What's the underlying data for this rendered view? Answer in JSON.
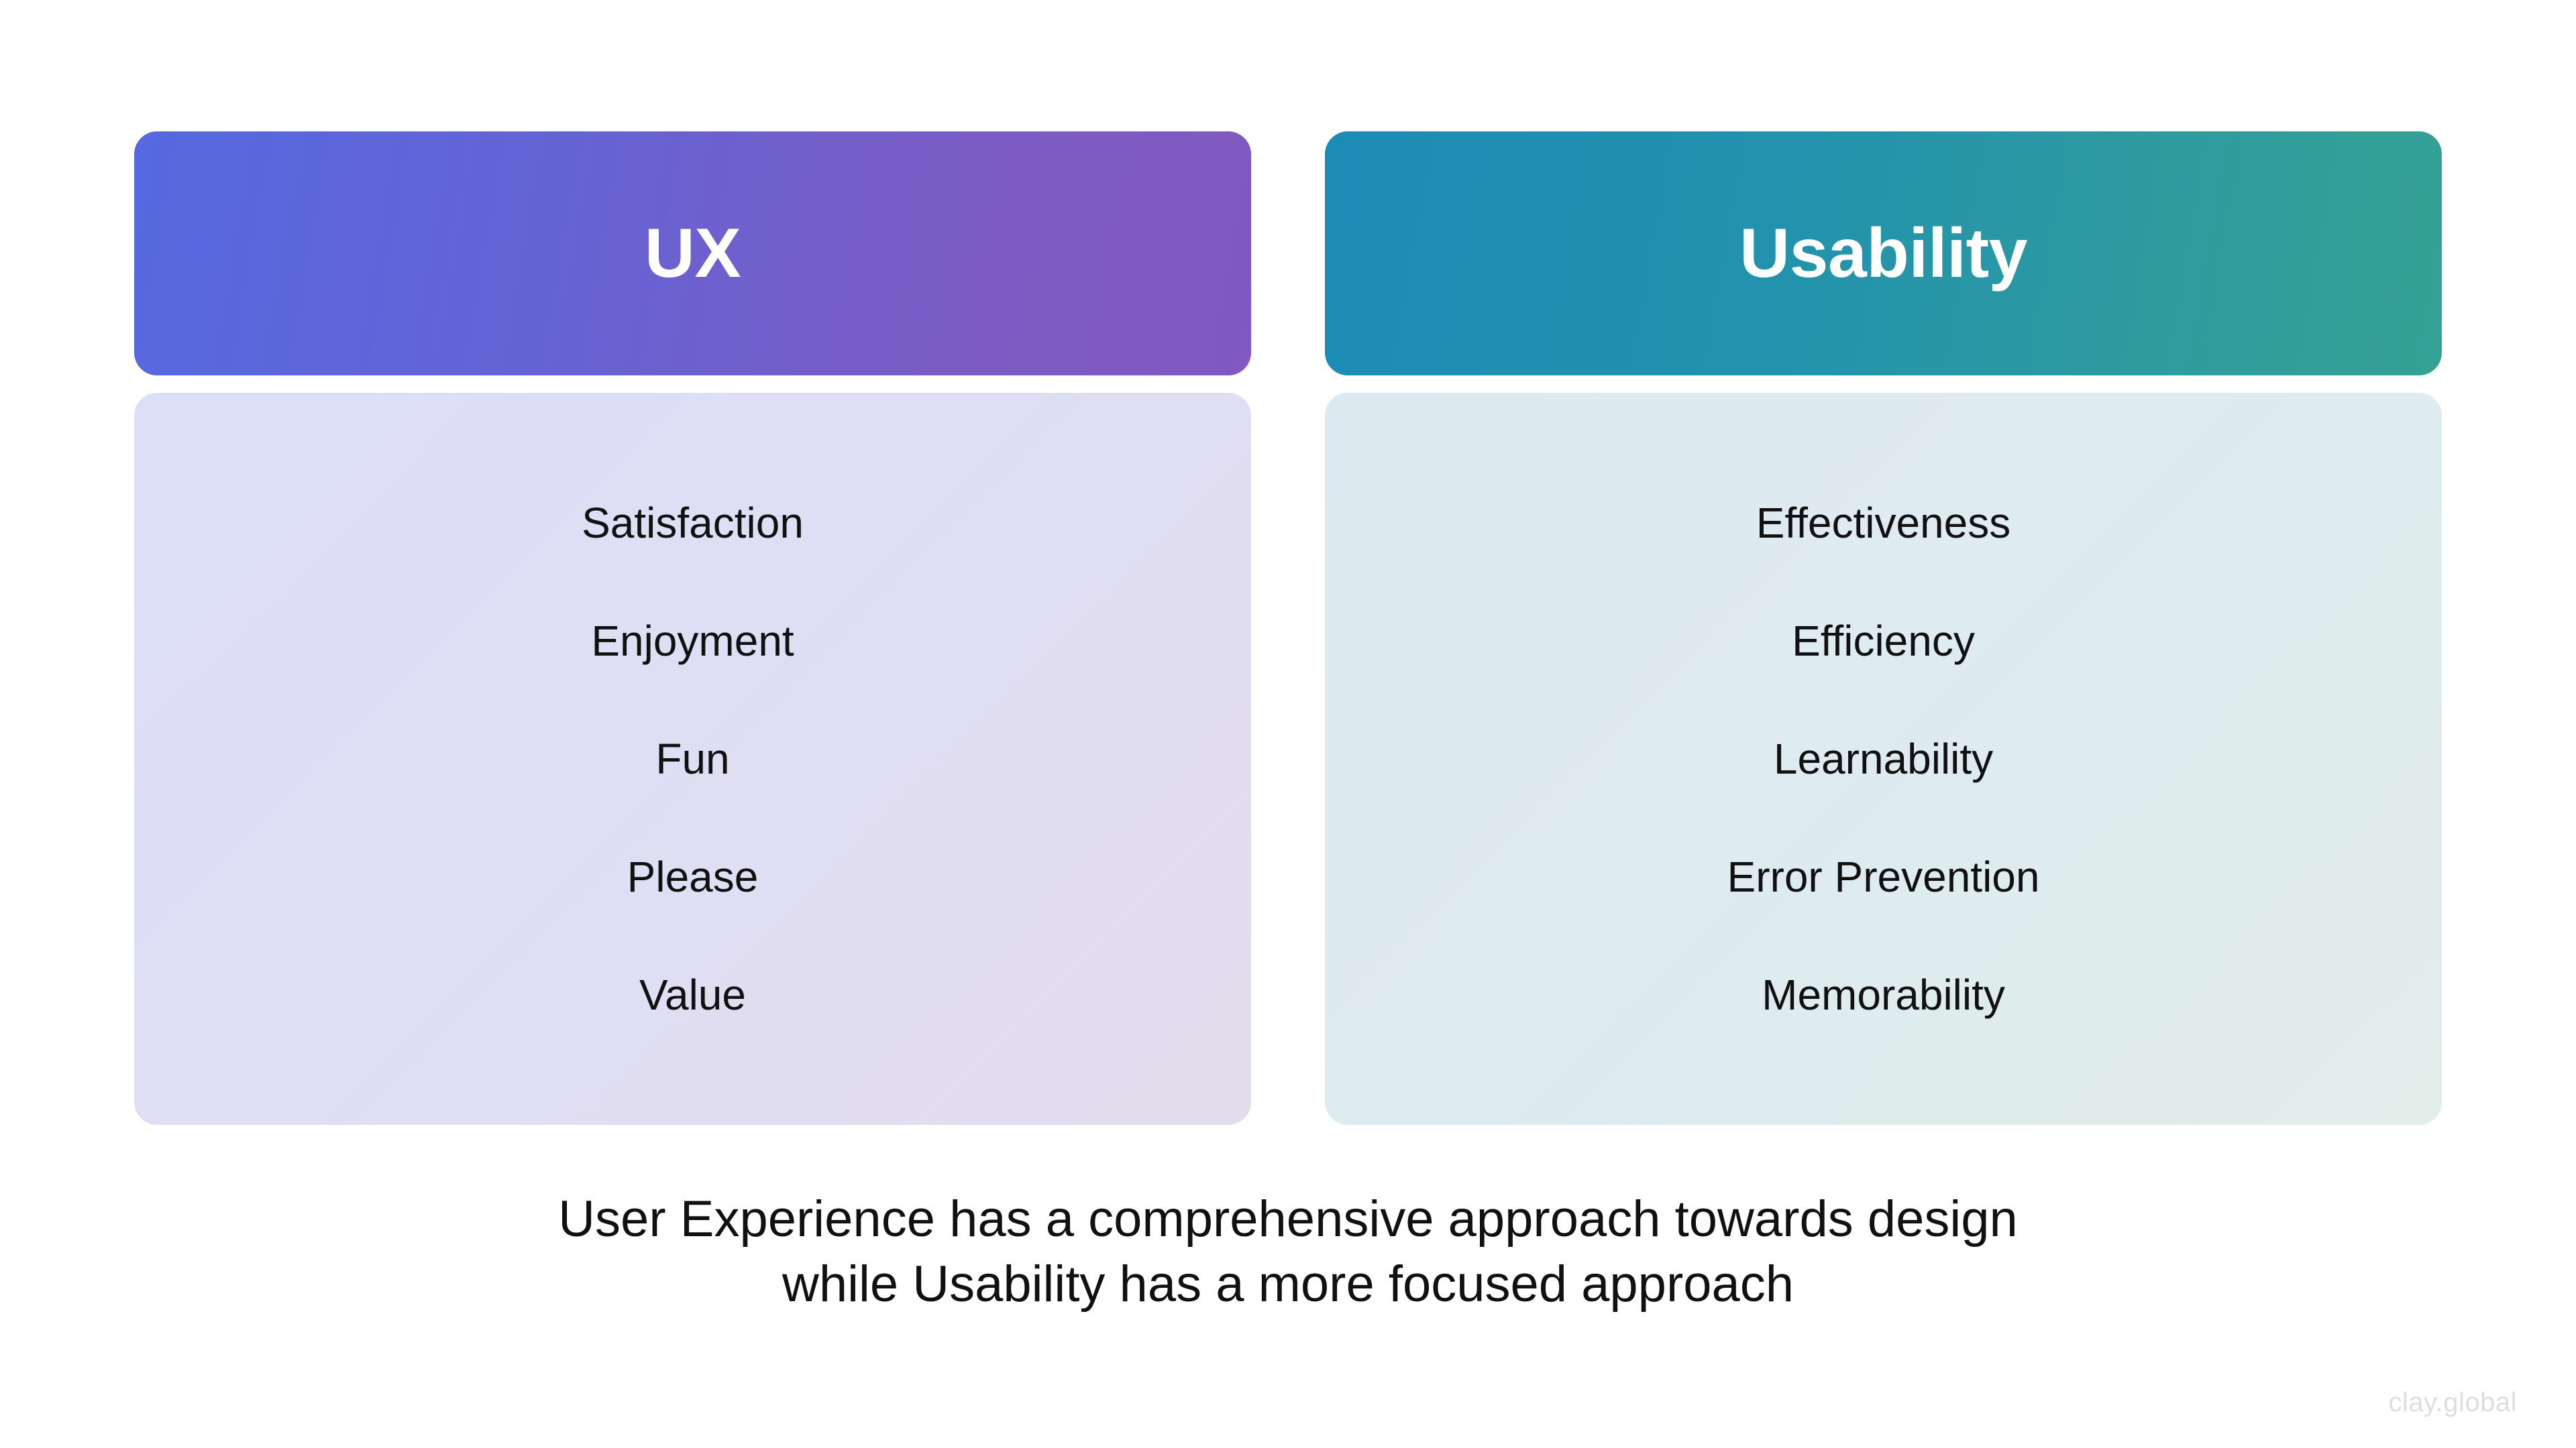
{
  "background_color": "#FFFFFF",
  "columns": [
    {
      "id": "ux",
      "header_label": "UX",
      "header_gradient_from": "#5669E0",
      "header_gradient_to": "#8159C0",
      "body_gradient_from": "#DCDFF8",
      "body_gradient_to": "#E3DCEC",
      "items": [
        "Satisfaction",
        "Enjoyment",
        "Fun",
        "Please",
        "Value"
      ]
    },
    {
      "id": "usability",
      "header_label": "Usability",
      "header_gradient_from": "#1C8CB6",
      "header_gradient_to": "#35A295",
      "body_gradient_from": "#DCE9F0",
      "body_gradient_to": "#E0EDE9",
      "items": [
        "Effectiveness",
        "Efficiency",
        "Learnability",
        "Error Prevention",
        "Memorability"
      ]
    }
  ],
  "caption": {
    "line1": "User Experience has a comprehensive approach towards design",
    "line2": "while Usability has a more focused approach"
  },
  "watermark": {
    "text": "clay.global",
    "color": "#DEDEDE"
  }
}
